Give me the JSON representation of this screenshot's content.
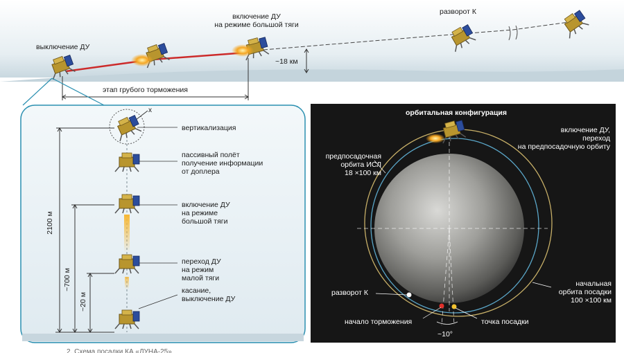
{
  "top": {
    "shutdown": "выключение ДУ",
    "engine_on_line1": "включение ДУ",
    "engine_on_line2": "на режиме большой тяги",
    "turn": "разворот К",
    "altitude": "~18 км",
    "braking_stage": "этап грубого торможения"
  },
  "descent": {
    "axis_label": "x",
    "verticalization": "вертикализация",
    "passive_line1": "пассивный полёт",
    "passive_line2": "получение информации",
    "passive_line3": "от доплера",
    "engine_on_line1": "включение ДУ",
    "engine_on_line2": "на режиме",
    "engine_on_line3": "большой тяги",
    "low_line1": "переход ДУ",
    "low_line2": "на режим",
    "low_line3": "малой тяги",
    "touch_line1": "касание,",
    "touch_line2": "выключение ДУ",
    "h_2100": "2100 м",
    "h_700": "~700 м",
    "h_20": "~20 м"
  },
  "orbit": {
    "title": "орбитальная конфигурация",
    "engine_on_line1": "включение ДУ,",
    "engine_on_line2": "переход",
    "engine_on_line3": "на предпосадочную орбиту",
    "pre_line1": "предпосадочная",
    "pre_line2": "орбита ИСЛ",
    "pre_line3": "18 ×100 км",
    "turn": "разворот К",
    "init_line1": "начальная",
    "init_line2": "орбита посадки",
    "init_line3": "100 ×100 км",
    "braking_start": "начало торможения",
    "landing_point": "точка посадки",
    "angle": "~10°"
  },
  "caption": "2. Схема посадки КА «ЛУНА-25»",
  "colors": {
    "frame": "#2a8fb0",
    "sky": "#d6e3ea",
    "night_bg": "#161616",
    "orbit_outer": "#c8b068",
    "orbit_inner": "#5aa6c8",
    "red_path": "#cc2a2a",
    "flame": "#f2a21c"
  }
}
